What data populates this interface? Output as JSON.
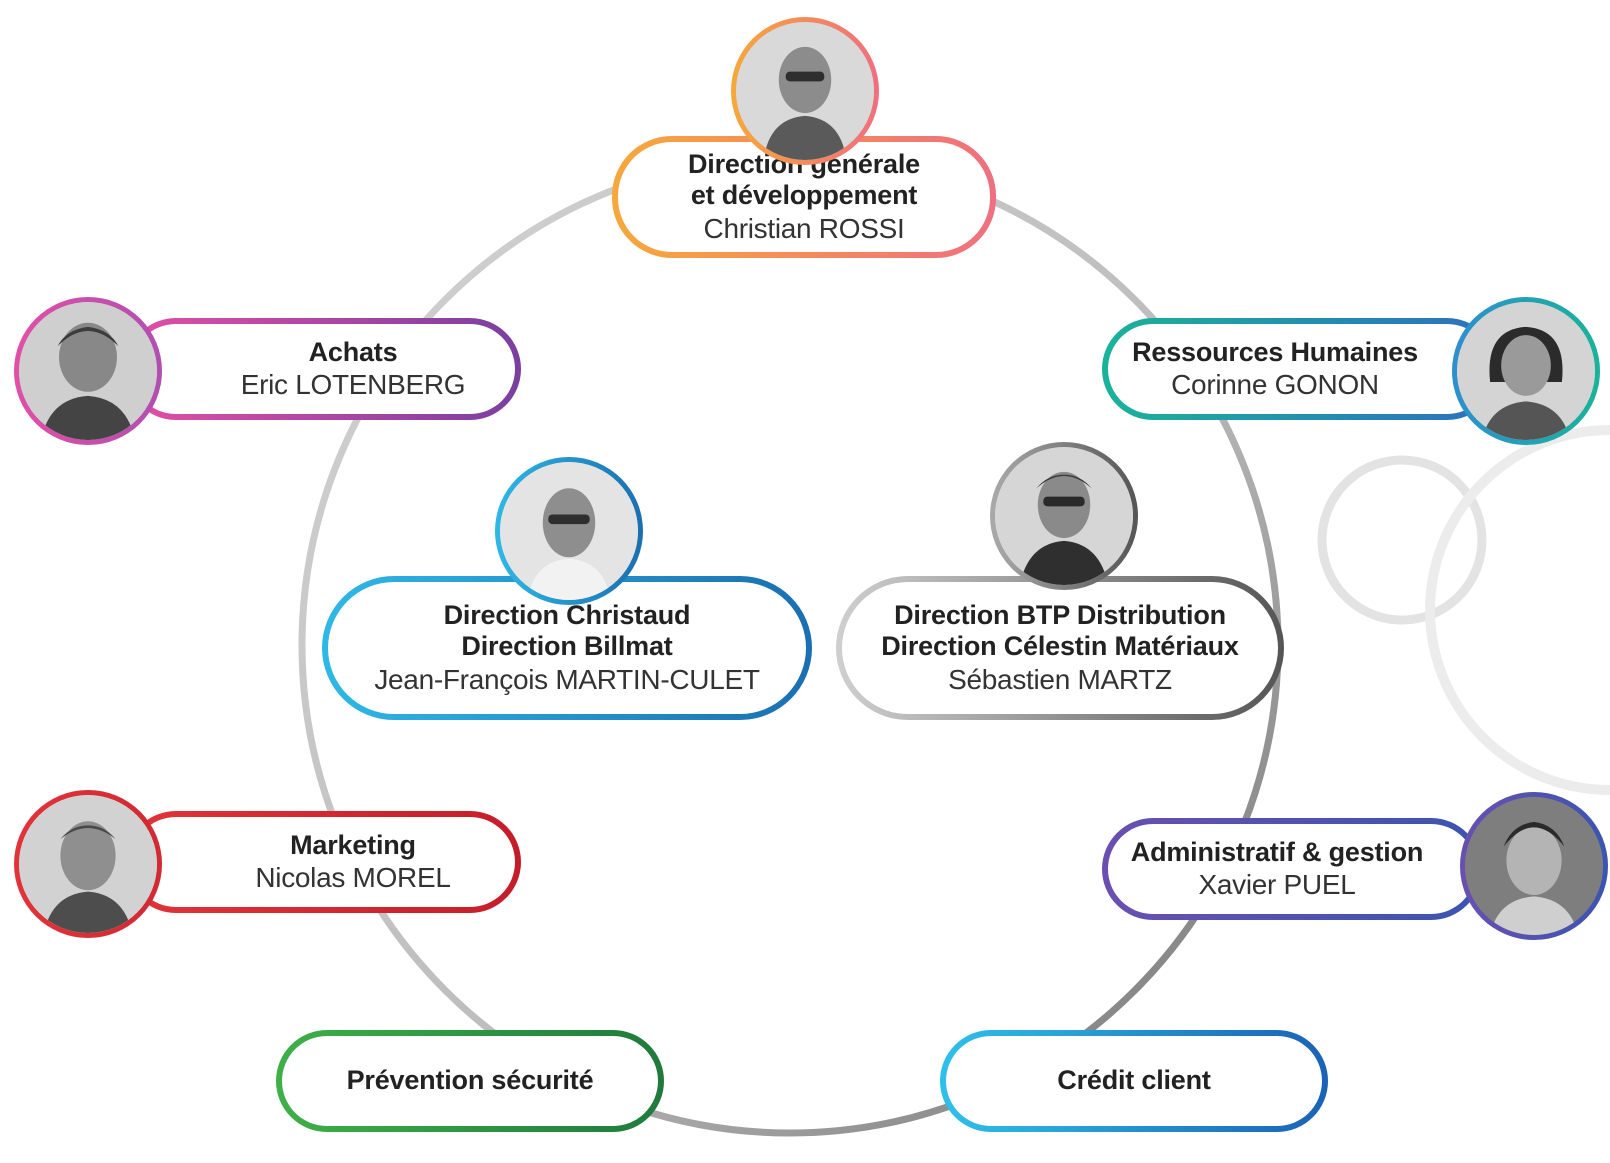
{
  "nodes": {
    "direction_generale": {
      "title1": "Direction générale",
      "title2": "et développement",
      "person": "Christian ROSSI",
      "gradient": [
        "#f7a83a",
        "#ef6f7f"
      ]
    },
    "achats": {
      "title": "Achats",
      "person": "Eric LOTENBERG",
      "gradient": [
        "#e24fa7",
        "#7a3fa0"
      ]
    },
    "ressources_humaines": {
      "title": "Ressources Humaines",
      "person": "Corinne GONON",
      "gradient": [
        "#1ab39a",
        "#2d6fbf"
      ]
    },
    "christaud_billmat": {
      "title1": "Direction Christaud",
      "title2": "Direction Billmat",
      "person": "Jean-François MARTIN-CULET",
      "gradient": [
        "#2fb8e6",
        "#1a6fb0"
      ]
    },
    "btp_celestin": {
      "title1": "Direction BTP Distribution",
      "title2": "Direction Célestin Matériaux",
      "person": "Sébastien MARTZ",
      "gradient": [
        "#cfcfcf",
        "#555555"
      ]
    },
    "marketing": {
      "title": "Marketing",
      "person": "Nicolas MOREL",
      "gradient": [
        "#e2333a",
        "#c41d2a"
      ]
    },
    "administratif": {
      "title": "Administratif & gestion",
      "person": "Xavier PUEL",
      "gradient": [
        "#6a4fb0",
        "#3a55b0"
      ]
    },
    "prevention": {
      "title": "Prévention sécurité",
      "gradient": [
        "#3fb048",
        "#1f7a3c"
      ]
    },
    "credit": {
      "title": "Crédit client",
      "gradient": [
        "#2fc0ea",
        "#1a62b5"
      ]
    }
  }
}
